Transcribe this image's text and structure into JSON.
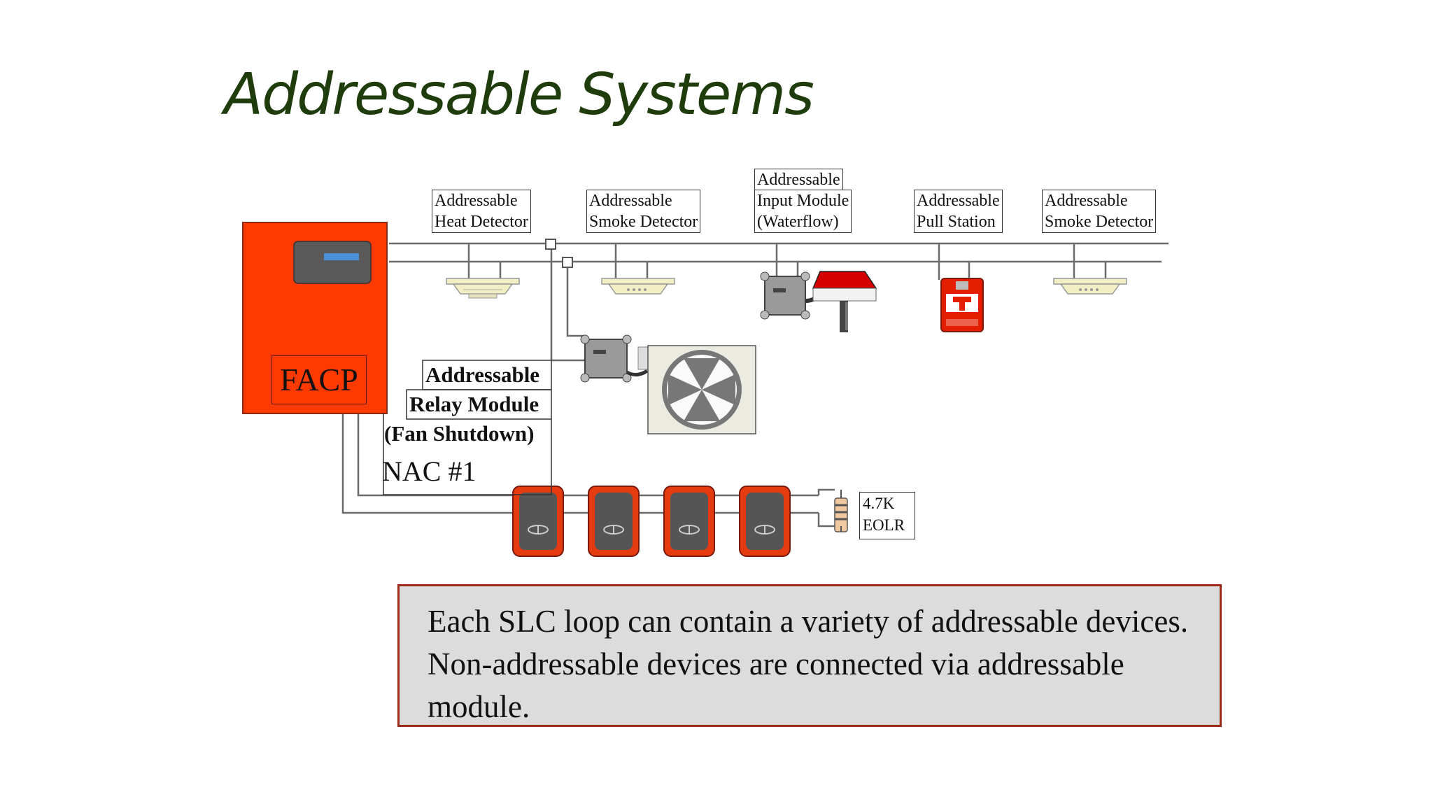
{
  "slide": {
    "title": "Addressable Systems",
    "caption": "Each SLC loop can contain a variety of addressable devices. Non-addressable devices are connected via addressable module."
  },
  "diagram": {
    "panel": {
      "label": "FACP",
      "color": "#ff3a00"
    },
    "devices": {
      "heat_detector": "Addressable\nHeat Detector",
      "smoke_detector_1": "Addressable\nSmoke Detector",
      "input_module_top": "Addressable",
      "input_module": "Input Module\n(Waterflow)",
      "pull_station": "Addressable\nPull Station",
      "smoke_detector_2": "Addressable\nSmoke Detector"
    },
    "relay_module": {
      "line1": "Addressable",
      "line2": "Relay Module",
      "line3": "(Fan Shutdown)"
    },
    "nac_label": "NAC #1",
    "eolr_label": "4.7K\nEOLR",
    "colors": {
      "title": "#1f3d0c",
      "panel": "#ff3a00",
      "callout_border": "#9b2a18",
      "callout_fill": "#dcdcdc"
    }
  }
}
